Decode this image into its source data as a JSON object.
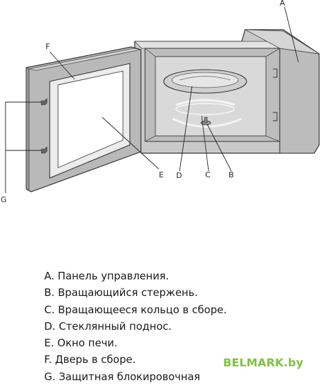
{
  "labels": {
    "A": "A",
    "B": "B",
    "C": "C",
    "D": "D",
    "E": "E",
    "F": "F",
    "G": "G"
  },
  "legend": [
    "A. Панель управления.",
    "B. Вращающийся стержень.",
    "C. Вращающееся кольцо в сборе.",
    "D. Стеклянный поднос.",
    "E. Окно печи.",
    "F. Дверь в сборе.",
    "G. Защитная блокировочная"
  ],
  "watermark": "BELMARK.by"
}
